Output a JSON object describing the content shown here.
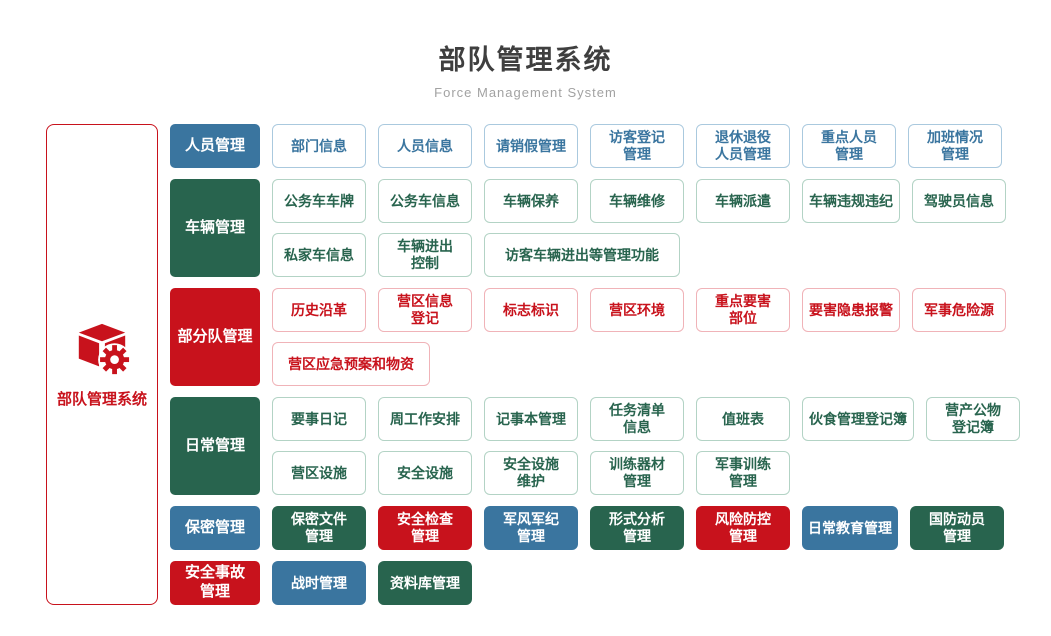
{
  "header": {
    "title": "部队管理系统",
    "subtitle": "Force Management System"
  },
  "root_node": {
    "label": "部队管理系统",
    "icon": "cube-gear-icon"
  },
  "colors": {
    "blue": "#3a759f",
    "green": "#28644e",
    "red": "#c8121c",
    "blue_border": "#aac9de",
    "green_border": "#b3d3c5",
    "red_border": "#f0b3b8"
  },
  "sections": [
    {
      "label": "人员管理",
      "color": "blue",
      "rows": [
        [
          "部门信息",
          "人员信息",
          "请销假管理",
          "访客登记\n管理",
          "退休退役\n人员管理",
          "重点人员\n管理",
          "加班情况\n管理"
        ]
      ]
    },
    {
      "label": "车辆管理",
      "color": "green",
      "rows": [
        [
          "公务车车牌",
          "公务车信息",
          "车辆保养",
          "车辆维修",
          "车辆派遣",
          "车辆违规违纪",
          "驾驶员信息"
        ],
        [
          "私家车信息",
          "车辆进出\n控制",
          "访客车辆进出等管理功能"
        ]
      ]
    },
    {
      "label": "部分队管理",
      "color": "red",
      "rows": [
        [
          "历史沿革",
          "营区信息\n登记",
          "标志标识",
          "营区环境",
          "重点要害\n部位",
          "要害隐患报警",
          "军事危险源"
        ],
        [
          "营区应急预案和物资"
        ]
      ]
    },
    {
      "label": "日常管理",
      "color": "green",
      "rows": [
        [
          "要事日记",
          "周工作安排",
          "记事本管理",
          "任务清单\n信息",
          "值班表",
          "伙食管理登记簿",
          "营产公物\n登记簿"
        ],
        [
          "营区设施",
          "安全设施",
          "安全设施\n维护",
          "训练器材\n管理",
          "军事训练\n管理"
        ]
      ]
    },
    {
      "label": "保密管理",
      "color": "blue",
      "items": [
        {
          "label": "保密文件\n管理",
          "color": "green"
        },
        {
          "label": "安全检查\n管理",
          "color": "red"
        },
        {
          "label": "军风军纪\n管理",
          "color": "blue"
        },
        {
          "label": "形式分析\n管理",
          "color": "green"
        },
        {
          "label": "风险防控\n管理",
          "color": "red"
        },
        {
          "label": "日常教育管理",
          "color": "blue"
        },
        {
          "label": "国防动员\n管理",
          "color": "green"
        }
      ]
    }
  ],
  "footer_row": [
    {
      "label": "安全事故\n管理",
      "color": "red"
    },
    {
      "label": "战时管理",
      "color": "blue"
    },
    {
      "label": "资料库管理",
      "color": "green"
    }
  ]
}
